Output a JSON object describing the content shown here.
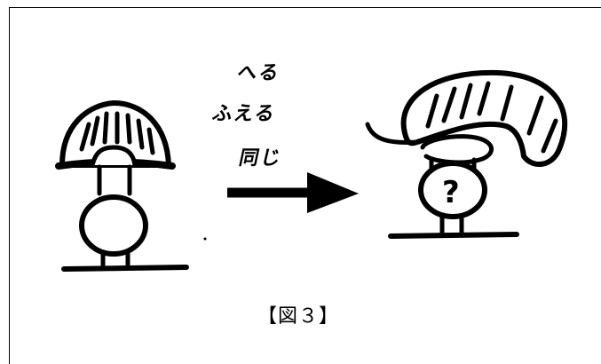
{
  "labels": {
    "decrease": "へる",
    "increase": "ふえる",
    "same": "同じ"
  },
  "caption": "【図３】"
}
